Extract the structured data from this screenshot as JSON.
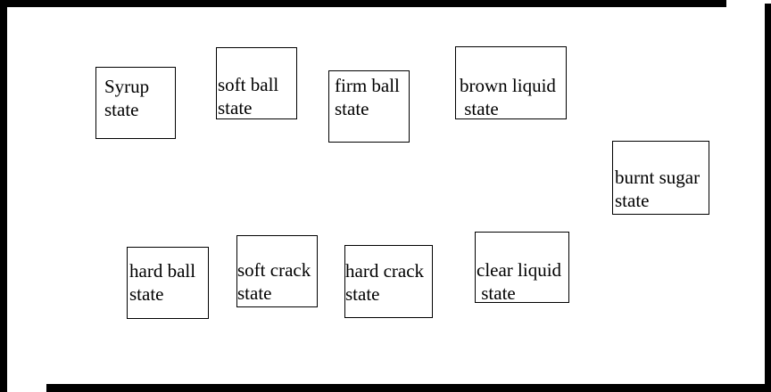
{
  "boxes": [
    {
      "line1": "Syrup",
      "line2": "state"
    },
    {
      "line1": "soft ball",
      "line2": "state"
    },
    {
      "line1": "firm ball",
      "line2": "state"
    },
    {
      "line1": "brown liquid",
      "line2": " state"
    },
    {
      "line1": "burnt sugar",
      "line2": "state"
    },
    {
      "line1": "hard ball",
      "line2": "state"
    },
    {
      "line1": "soft crack",
      "line2": "state"
    },
    {
      "line1": "hard crack",
      "line2": "state"
    },
    {
      "line1": "clear liquid",
      "line2": " state"
    }
  ]
}
